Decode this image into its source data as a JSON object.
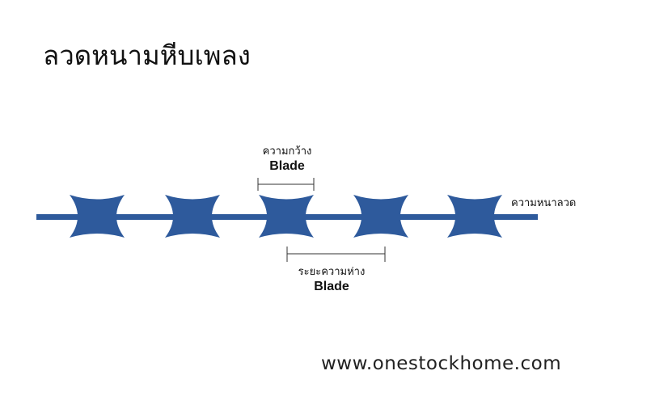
{
  "title": "ลวดหนามหีบเพลง",
  "diagram": {
    "wire_color": "#2e5a9c",
    "dimension_line_color": "#333333",
    "blade_count": 5,
    "labels": {
      "blade_width": {
        "thai": "ความกว้าง",
        "english": "Blade"
      },
      "blade_spacing": {
        "thai": "ระยะความห่าง",
        "english": "Blade"
      },
      "wire_thickness": "ความหนาลวด"
    }
  },
  "footer": {
    "website": "www.onestockhome.com"
  }
}
